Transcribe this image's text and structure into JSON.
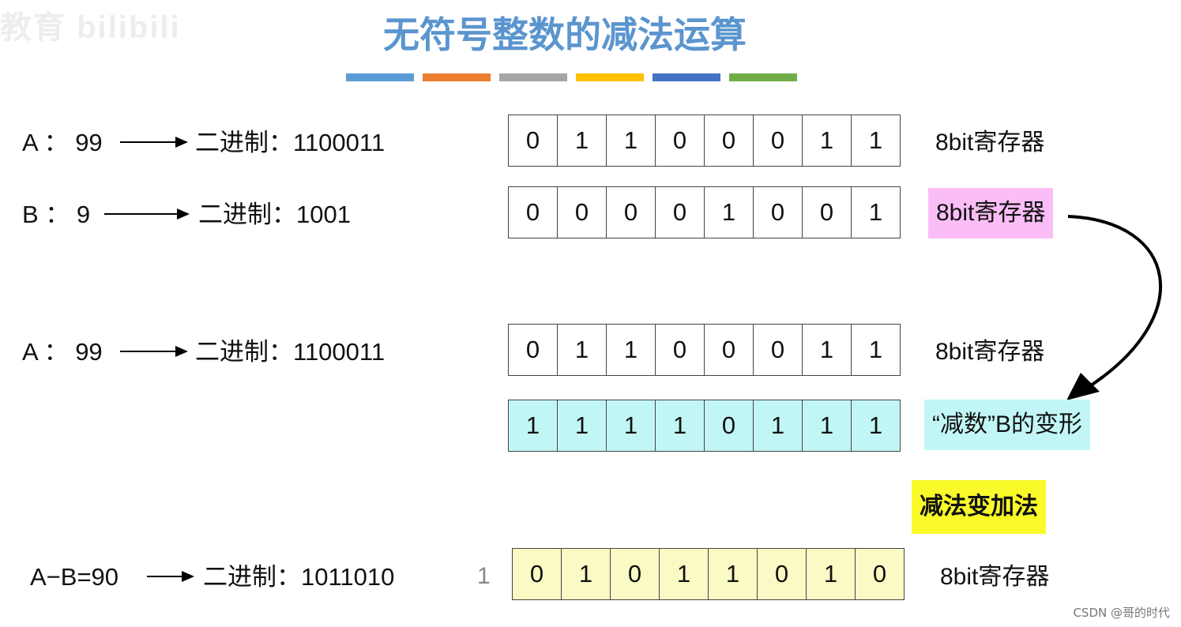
{
  "watermark": "教育 bilibili",
  "title": "无符号整数的减法运算",
  "color_bars": [
    "#5b9bd5",
    "#ed7d31",
    "#a5a5a5",
    "#ffc000",
    "#4472c4",
    "#70ad47"
  ],
  "rows": [
    {
      "label": "A ： 99",
      "binary": "二进制：1100011",
      "bits": [
        "0",
        "1",
        "1",
        "0",
        "0",
        "0",
        "1",
        "1"
      ],
      "reg_label": "8bit寄存器"
    },
    {
      "label": "B ： 9",
      "binary": "二进制：1001",
      "bits": [
        "0",
        "0",
        "0",
        "0",
        "1",
        "0",
        "0",
        "1"
      ],
      "reg_label": "8bit寄存器"
    },
    {
      "label": "A ： 99",
      "binary": "二进制：1100011",
      "bits": [
        "0",
        "1",
        "1",
        "0",
        "0",
        "0",
        "1",
        "1"
      ],
      "reg_label": "8bit寄存器"
    },
    {
      "bits": [
        "1",
        "1",
        "1",
        "1",
        "0",
        "1",
        "1",
        "1"
      ],
      "reg_label": "“减数”B的变形"
    },
    {
      "label": "A−B=90",
      "binary": "二进制：1011010",
      "carry": "1",
      "bits": [
        "0",
        "1",
        "0",
        "1",
        "1",
        "0",
        "1",
        "0"
      ],
      "reg_label": "8bit寄存器"
    }
  ],
  "note": "减法变加法",
  "footer": "CSDN @哥的时代"
}
